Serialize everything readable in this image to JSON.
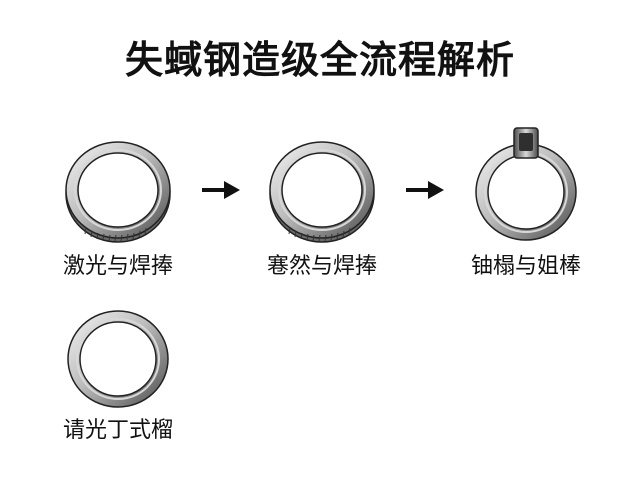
{
  "title": "失蜮钢造级全流程解析",
  "steps": [
    {
      "label": "激光与焊捧",
      "ring_style": "knurled"
    },
    {
      "label": "寋然与焊捧",
      "ring_style": "knurled"
    },
    {
      "label": "铀榻与姐棒",
      "ring_style": "clip"
    },
    {
      "label": "请光丁式榴",
      "ring_style": "plain"
    }
  ],
  "icons": {
    "ring": "ring-icon",
    "arrow": "arrow-right-icon",
    "clip": "clip-icon"
  },
  "colors": {
    "metal_dark": "#5e5e5e",
    "metal_mid": "#a9a9a9",
    "metal_light": "#eeeeee",
    "arrow": "#111111"
  }
}
